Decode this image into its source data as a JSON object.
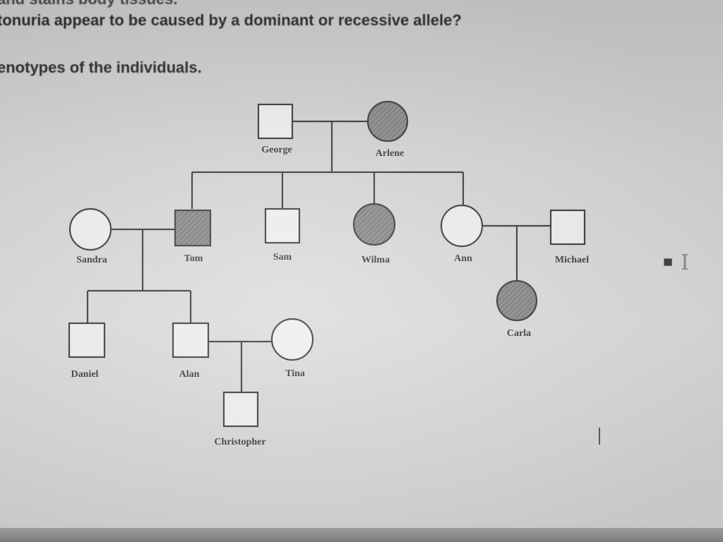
{
  "question": {
    "line0": "and stains body tissues.",
    "line1": "tonuria appear to be caused by a dominant or recessive allele?",
    "line2": "enotypes of the individuals."
  },
  "pedigree": {
    "individuals": {
      "george": {
        "name": "George",
        "sex": "male",
        "affected": false,
        "generation": 1
      },
      "arlene": {
        "name": "Arlene",
        "sex": "female",
        "affected": true,
        "generation": 1
      },
      "sandra": {
        "name": "Sandra",
        "sex": "female",
        "affected": false,
        "generation": 2
      },
      "tom": {
        "name": "Tom",
        "sex": "male",
        "affected": true,
        "generation": 2
      },
      "sam": {
        "name": "Sam",
        "sex": "male",
        "affected": false,
        "generation": 2
      },
      "wilma": {
        "name": "Wilma",
        "sex": "female",
        "affected": true,
        "generation": 2
      },
      "ann": {
        "name": "Ann",
        "sex": "female",
        "affected": false,
        "generation": 2
      },
      "michael": {
        "name": "Michael",
        "sex": "male",
        "affected": false,
        "generation": 2
      },
      "carla": {
        "name": "Carla",
        "sex": "female",
        "affected": true,
        "generation": 3
      },
      "daniel": {
        "name": "Daniel",
        "sex": "male",
        "affected": false,
        "generation": 3
      },
      "alan": {
        "name": "Alan",
        "sex": "male",
        "affected": false,
        "generation": 3
      },
      "tina": {
        "name": "Tina",
        "sex": "female",
        "affected": false,
        "generation": 3
      },
      "christopher": {
        "name": "Christopher",
        "sex": "male",
        "affected": false,
        "generation": 4
      }
    },
    "matings": [
      {
        "partners": [
          "george",
          "arlene"
        ],
        "children": [
          "tom",
          "sam",
          "wilma",
          "ann"
        ]
      },
      {
        "partners": [
          "sandra",
          "tom"
        ],
        "children": [
          "daniel",
          "alan"
        ]
      },
      {
        "partners": [
          "ann",
          "michael"
        ],
        "children": [
          "carla"
        ]
      },
      {
        "partners": [
          "alan",
          "tina"
        ],
        "children": [
          "christopher"
        ]
      }
    ]
  },
  "colors": {
    "line": "#3a3a3a",
    "affected_fill": "#8c8c8a",
    "unaffected_fill": "#efefed"
  }
}
